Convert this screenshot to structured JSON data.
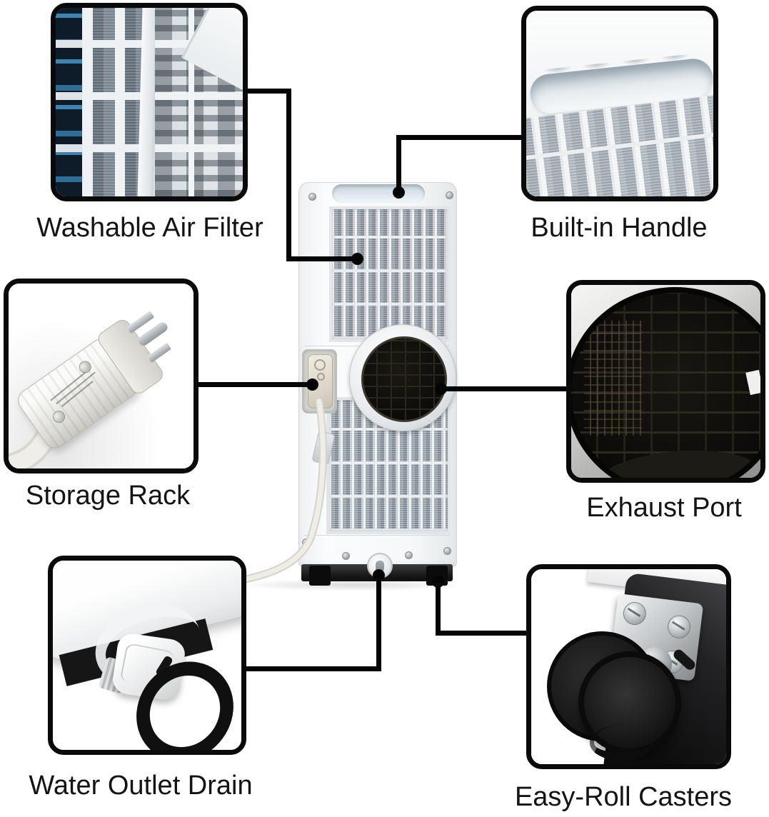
{
  "page": {
    "background": "#ffffff"
  },
  "style": {
    "callout_line_color": "#050505",
    "frame_border_color": "#0a0a0a",
    "label_color": "#141414",
    "filter_accent_blue": "#2f6d96",
    "unit_body_color": "#f6f8f9",
    "grille_color": "#98a1a9"
  },
  "features": [
    {
      "id": "washable-air-filter",
      "label": "Washable Air Filter"
    },
    {
      "id": "built-in-handle",
      "label": "Built-in Handle"
    },
    {
      "id": "storage-rack",
      "label": "Storage Rack"
    },
    {
      "id": "exhaust-port",
      "label": "Exhaust Port"
    },
    {
      "id": "water-outlet-drain",
      "label": "Water Outlet Drain"
    },
    {
      "id": "easy-roll-casters",
      "label": "Easy-Roll Casters"
    }
  ]
}
